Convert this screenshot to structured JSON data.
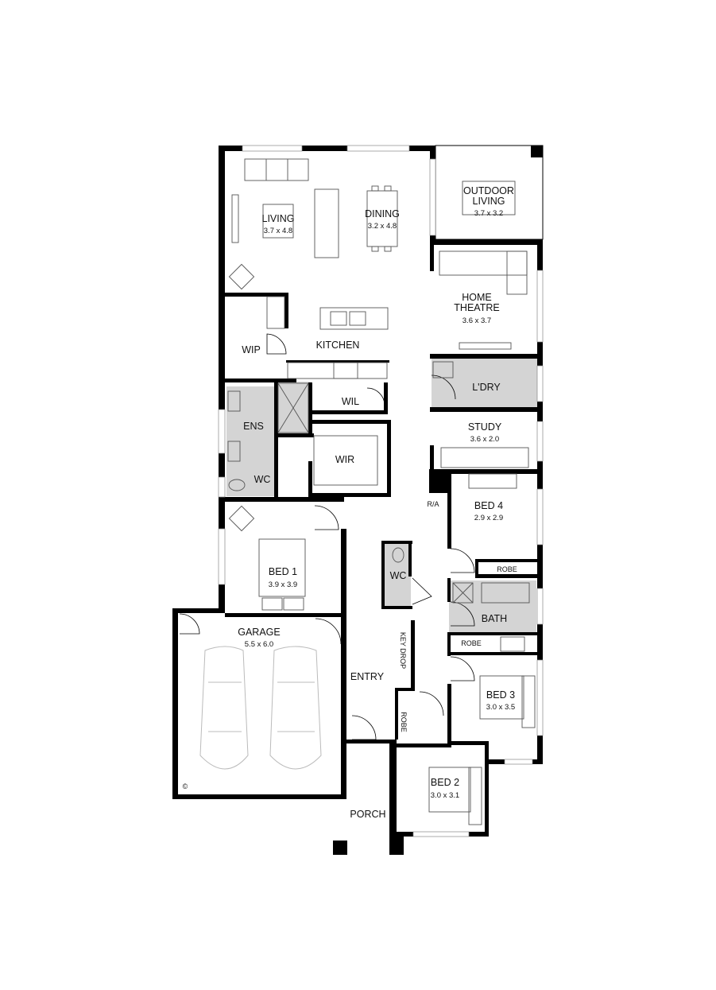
{
  "rooms": {
    "living": {
      "name": "LIVING",
      "dims": "3.7 x 4.8"
    },
    "dining": {
      "name": "DINING",
      "dims": "3.2 x 4.8"
    },
    "outdoor": {
      "name1": "OUTDOOR",
      "name2": "LIVING",
      "dims": "3.7 x 3.2"
    },
    "theatre": {
      "name1": "HOME",
      "name2": "THEATRE",
      "dims": "3.6 x 3.7"
    },
    "wip": {
      "name": "WIP"
    },
    "kitchen": {
      "name": "KITCHEN"
    },
    "ldry": {
      "name": "L'DRY"
    },
    "wil": {
      "name": "WIL"
    },
    "ens": {
      "name": "ENS"
    },
    "study": {
      "name": "STUDY",
      "dims": "3.6 x 2.0"
    },
    "wir": {
      "name": "WIR"
    },
    "wc_ens": {
      "name": "WC"
    },
    "bed4": {
      "name": "BED 4",
      "dims": "2.9 x 2.9"
    },
    "ra": {
      "name": "R/A"
    },
    "robe_bed4": {
      "name": "ROBE"
    },
    "bed1": {
      "name": "BED 1",
      "dims": "3.9 x 3.9"
    },
    "wc_hall": {
      "name": "WC"
    },
    "bath": {
      "name": "BATH"
    },
    "robe_bed3": {
      "name": "ROBE"
    },
    "garage": {
      "name": "GARAGE",
      "dims": "5.5 x 6.0"
    },
    "keydrop": {
      "name": "KEY DROP"
    },
    "entry": {
      "name": "ENTRY"
    },
    "bed3": {
      "name": "BED 3",
      "dims": "3.0 x 3.5"
    },
    "robe_bed2": {
      "name": "ROBE"
    },
    "bed2": {
      "name": "BED 2",
      "dims": "3.0 x 3.1"
    },
    "porch": {
      "name": "PORCH"
    }
  },
  "copyright": "©"
}
